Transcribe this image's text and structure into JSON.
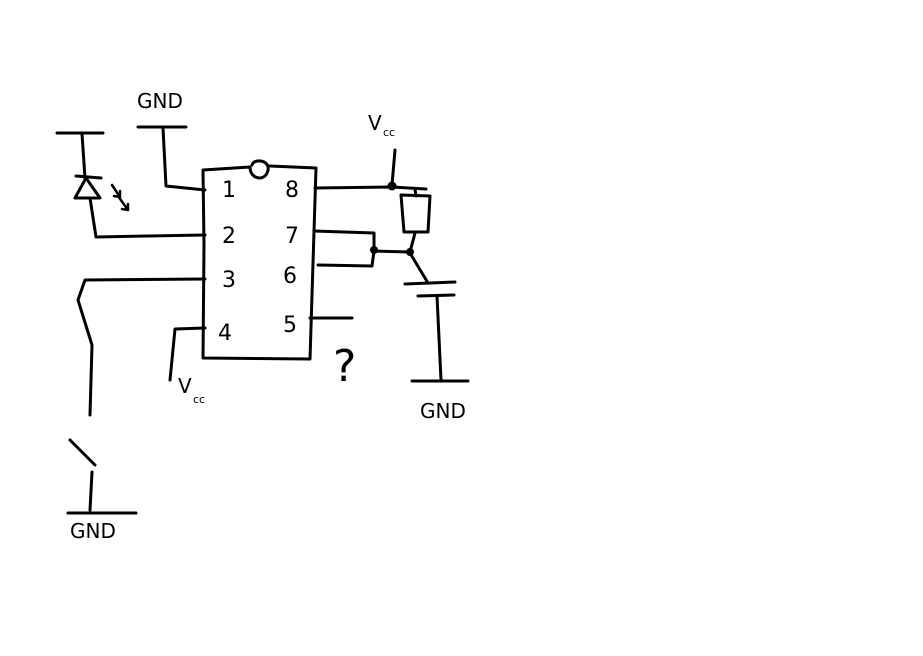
{
  "labels": {
    "gnd_top": "GND",
    "vcc_right": "V",
    "vcc_right_sub": "cc",
    "vcc_bottom": "V",
    "vcc_bottom_sub": "cc",
    "gnd_right": "GND",
    "gnd_bottom": "GND",
    "question_mark": "?"
  },
  "ic": {
    "pins_left": [
      "1",
      "2",
      "3",
      "4"
    ],
    "pins_right": [
      "8",
      "7",
      "6",
      "5"
    ]
  }
}
